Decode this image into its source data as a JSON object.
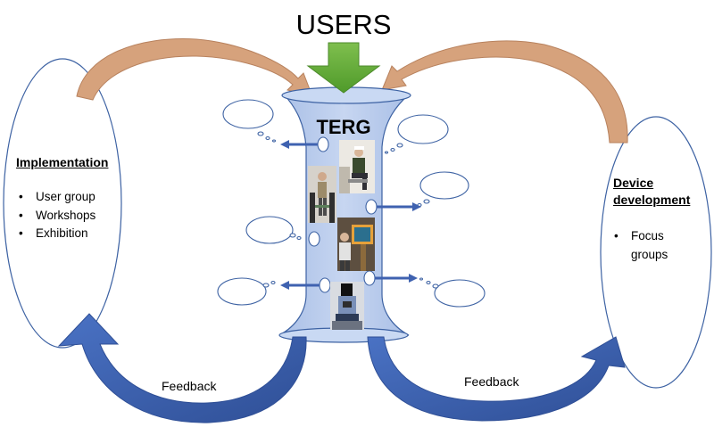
{
  "title": "USERS",
  "center_label": "TERG",
  "implementation": {
    "heading": "Implementation",
    "items": [
      "User group",
      "Workshops",
      "Exhibition"
    ]
  },
  "device": {
    "heading_line1": "Device",
    "heading_line2": "development",
    "items": [
      "Focus groups"
    ]
  },
  "feedback_left": "Feedback",
  "feedback_right": "Feedback",
  "colors": {
    "green_arrow": "#66a53d",
    "tan_arrow": "#d6a27c",
    "blue_arrow": "#3f62b0",
    "funnel_fill": "#b6c9ea",
    "outline": "#3d62a3"
  }
}
